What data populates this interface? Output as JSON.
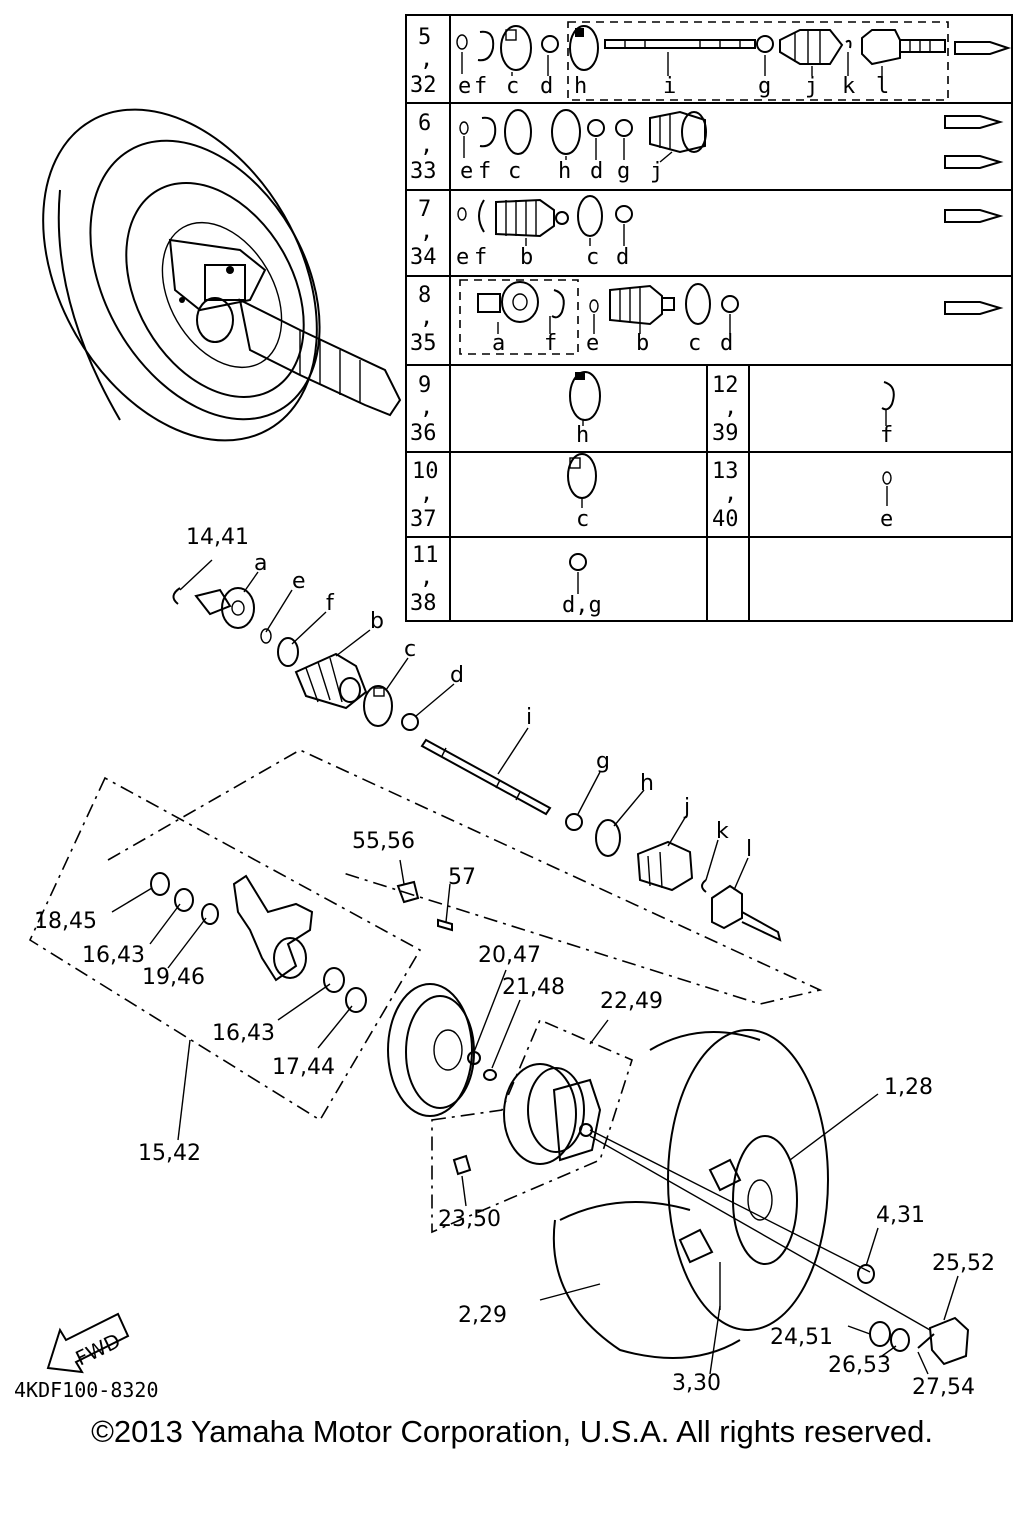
{
  "table": {
    "rows": [
      {
        "ref": [
          "5",
          ",",
          "32"
        ],
        "letters": [
          "e",
          "f",
          "c",
          "d",
          "h",
          "i",
          "g",
          "j",
          "k",
          "l"
        ]
      },
      {
        "ref": [
          "6",
          ",",
          "33"
        ],
        "letters": [
          "e",
          "f",
          "c",
          "h",
          "d",
          "g",
          "j"
        ]
      },
      {
        "ref": [
          "7",
          ",",
          "34"
        ],
        "letters": [
          "e",
          "f",
          "b",
          "c",
          "d"
        ]
      },
      {
        "ref": [
          "8",
          ",",
          "35"
        ],
        "letters": [
          "a",
          "f",
          "e",
          "b",
          "c",
          "d"
        ]
      }
    ],
    "split_rows": [
      {
        "left_ref": [
          "9",
          ",",
          "36"
        ],
        "left_letter": "h",
        "right_ref": [
          "12",
          ",",
          "39"
        ],
        "right_letter": "f"
      },
      {
        "left_ref": [
          "10",
          ",",
          "37"
        ],
        "left_letter": "c",
        "right_ref": [
          "13",
          ",",
          "40"
        ],
        "right_letter": "e"
      },
      {
        "left_ref": [
          "11",
          ",",
          "38"
        ],
        "left_letter": "d,g",
        "right_ref": [
          "",
          "",
          ""
        ],
        "right_letter": ""
      }
    ]
  },
  "callouts": {
    "c14_41": "14,41",
    "a": "a",
    "e": "e",
    "f": "f",
    "b": "b",
    "c": "c",
    "d": "d",
    "i": "i",
    "g": "g",
    "h": "h",
    "j": "j",
    "k": "k",
    "l": "l",
    "c55_56": "55,56",
    "c57": "57",
    "c18_45": "18,45",
    "c16_43a": "16,43",
    "c19_46": "19,46",
    "c16_43b": "16,43",
    "c17_44": "17,44",
    "c15_42": "15,42",
    "c20_47": "20,47",
    "c21_48": "21,48",
    "c22_49": "22,49",
    "c23_50": "23,50",
    "c1_28": "1,28",
    "c4_31": "4,31",
    "c25_52": "25,52",
    "c2_29": "2,29",
    "c24_51": "24,51",
    "c26_53": "26,53",
    "c27_54": "27,54",
    "c3_30": "3,30"
  },
  "fwd": "FWD",
  "drawing_code": "4KDF100-8320",
  "copyright": "©2013 Yamaha Motor Corporation, U.S.A. All rights reserved."
}
